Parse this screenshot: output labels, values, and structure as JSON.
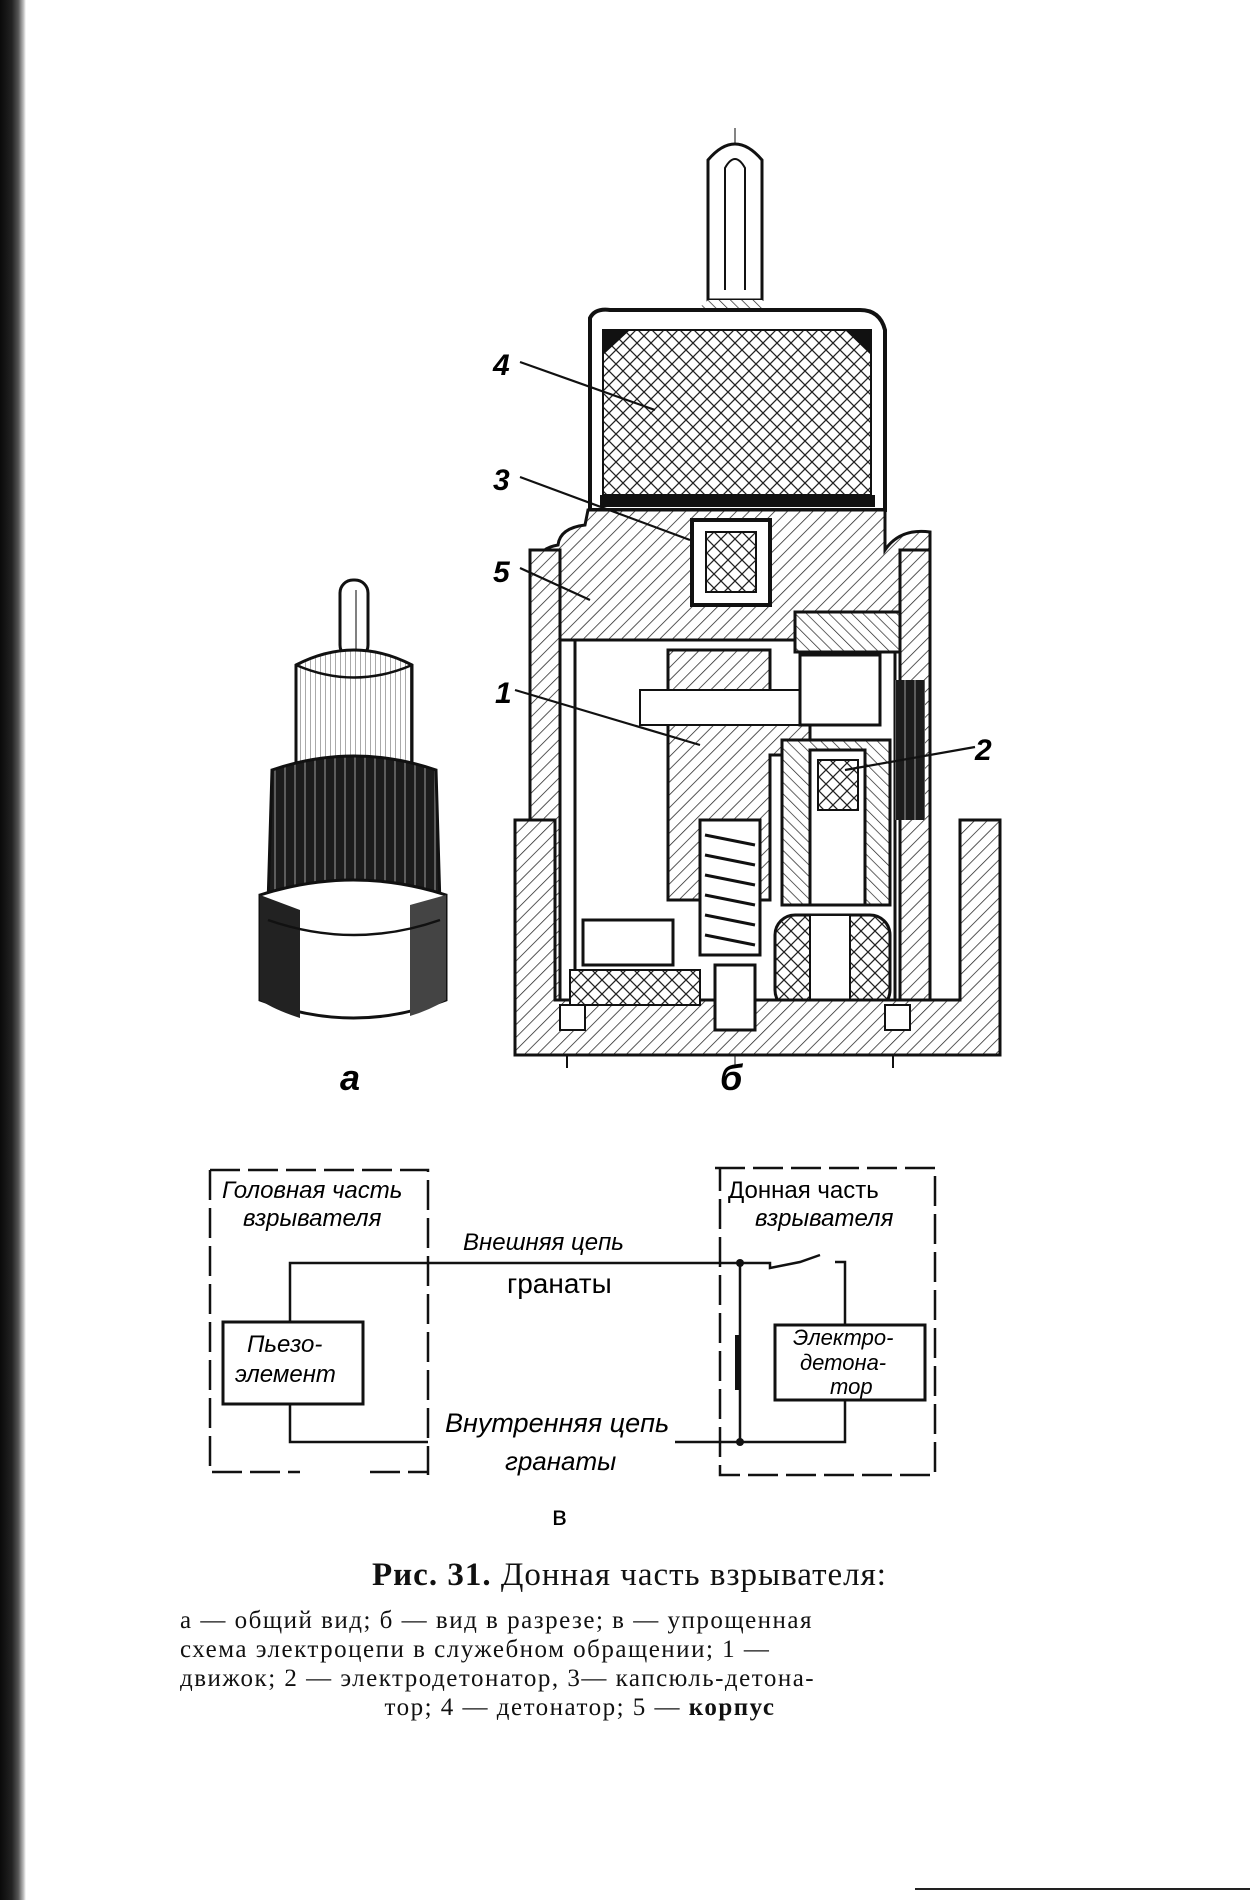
{
  "figure": {
    "subfig_a_label": "а",
    "subfig_b_label": "б",
    "subfig_v_label": "в",
    "callouts": [
      "4",
      "3",
      "5",
      "1",
      "2"
    ]
  },
  "schematic": {
    "head_title_1": "Головная часть",
    "head_title_2": "взрывателя",
    "bottom_title_1": "Донная часть",
    "bottom_title_2": "взрывателя",
    "outer_circuit_1": "Внешняя цепь",
    "outer_circuit_2": "гранаты",
    "inner_circuit_1": "Внутренняя цепь",
    "inner_circuit_2": "гранаты",
    "piezo_1": "Пьезо-",
    "piezo_2": "элемент",
    "det_1": "Электро-",
    "det_2": "детона-",
    "det_3": "тор"
  },
  "caption": {
    "fig_label": "Рис. 31.",
    "title": "Донная часть взрывателя:",
    "line1": "а — общий вид; б — вид в разрезе; в — упрощенная",
    "line2": "схема электроцепи в служебном обращении; 1 —",
    "line3": "движок; 2 — электродетонатор, 3— капсюль-детона-",
    "line4_a": "тор; 4 — детонатор; 5 — ",
    "line4_b": "корпус"
  }
}
